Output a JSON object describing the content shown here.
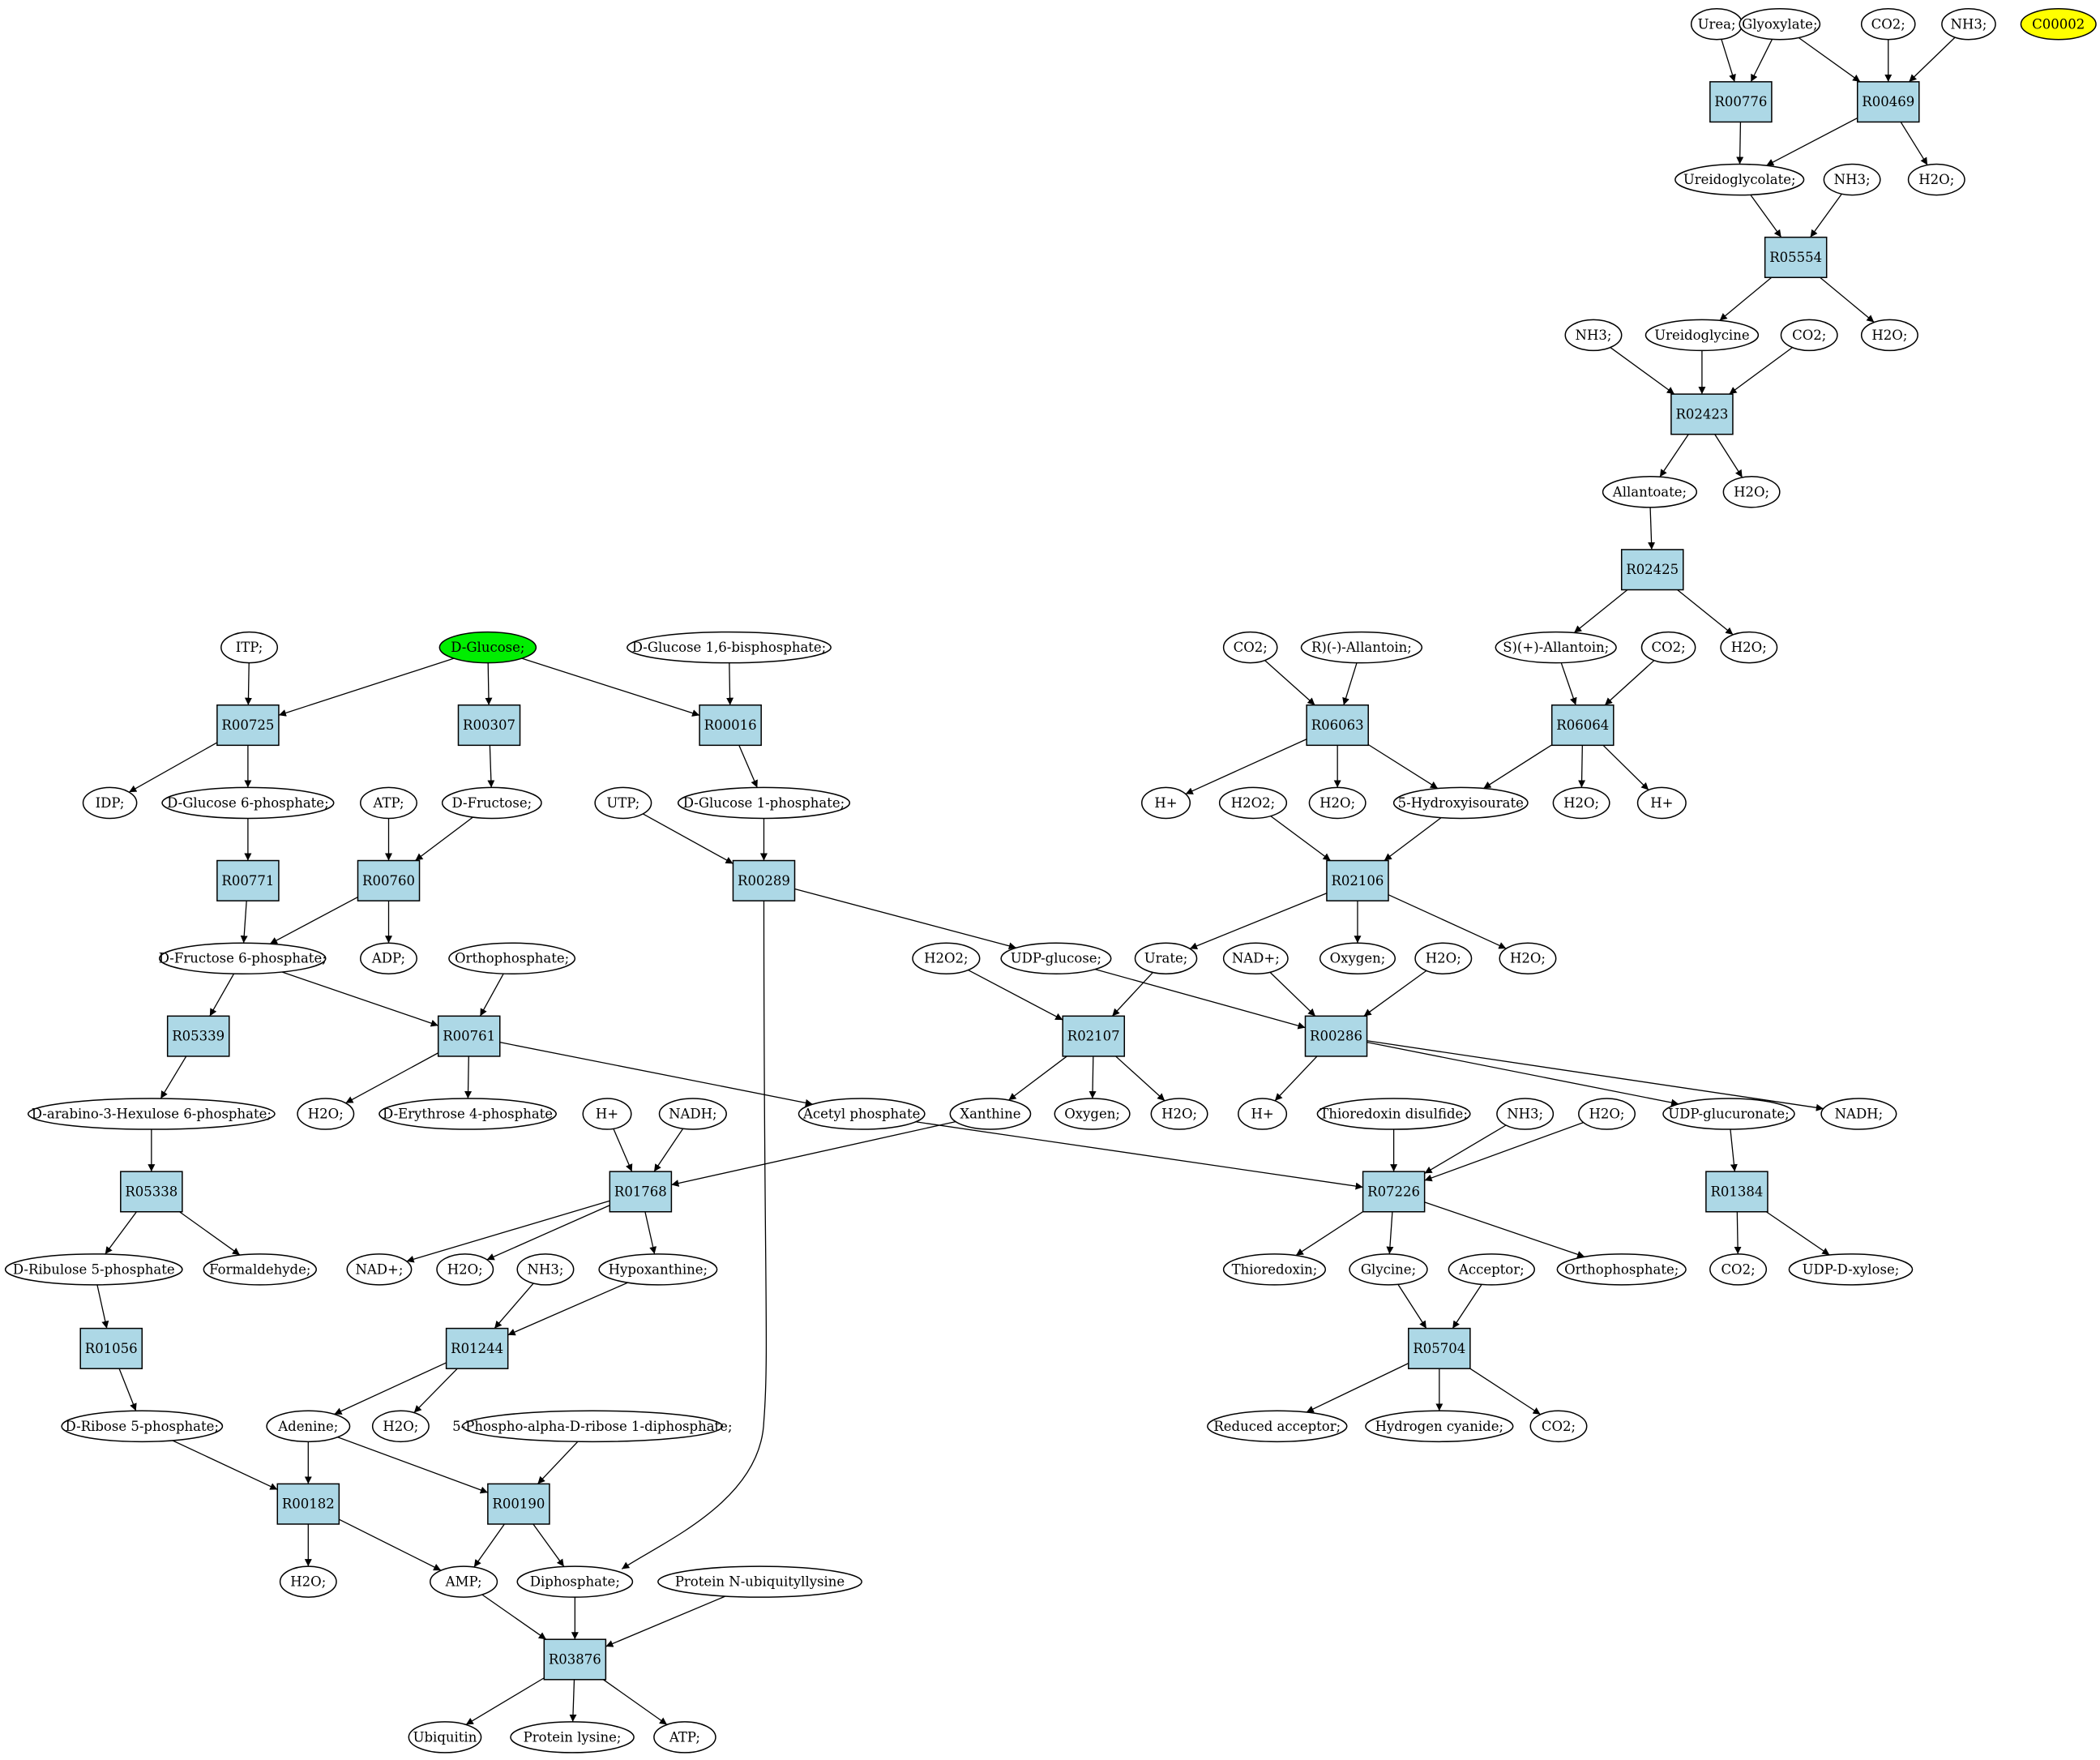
{
  "colors": {
    "reaction_fill": "#add8e6",
    "compound_fill": "#ffffff",
    "start_fill": "#00ee00",
    "target_fill": "#ffff00",
    "stroke": "#000000"
  },
  "compounds": {
    "c_urea": "Urea;",
    "c_glyoxylate": "Glyoxylate;",
    "c_co2_a": "CO2;",
    "c_nh3_a": "NH3;",
    "c_c00002": "C00002",
    "c_ureidoglycolate": "Ureidoglycolate;",
    "c_nh3_b": "NH3;",
    "c_h2o_a": "H2O;",
    "c_nh3_c": "NH3;",
    "c_ureidoglycine": "Ureidoglycine",
    "c_co2_b": "CO2;",
    "c_h2o_b": "H2O;",
    "c_allantoate": "Allantoate;",
    "c_h2o_c": "H2O;",
    "c_itp": "ITP;",
    "c_dglucose": "D-Glucose;",
    "c_dg16bp": "D-Glucose 1,6-bisphosphate;",
    "c_co2_c": "CO2;",
    "c_rallantoin": "R)(-)-Allantoin;",
    "c_sallantoin": "S)(+)-Allantoin;",
    "c_co2_d": "CO2;",
    "c_h2o_d": "H2O;",
    "c_idp": "IDP;",
    "c_dg6p": "D-Glucose 6-phosphate;",
    "c_atp_a": "ATP;",
    "c_dfructose": "D-Fructose;",
    "c_utp": "UTP;",
    "c_dg1p": "D-Glucose 1-phosphate;",
    "c_hplus_a": "H+",
    "c_h2o2_a": "H2O2;",
    "c_h2o_e": "H2O;",
    "c_5hiu": "5-Hydroxyisourate",
    "c_h2o_f": "H2O;",
    "c_hplus_b": "H+",
    "c_df6p": "D-Fructose 6-phosphate;",
    "c_adp": "ADP;",
    "c_orthophosphate_a": "Orthophosphate;",
    "c_h2o2_b": "H2O2;",
    "c_udpglucose": "UDP-glucose;",
    "c_urate": "Urate;",
    "c_nadplus_a": "NAD+;",
    "c_oxygen_a": "Oxygen;",
    "c_h2o_g": "H2O;",
    "c_h2o_h": "H2O;",
    "c_dah6p": "D-arabino-3-Hexulose 6-phosphate;",
    "c_h2o_i": "H2O;",
    "c_de4p": "D-Erythrose 4-phosphate",
    "c_hplus_c": "H+",
    "c_nadh_a": "NADH;",
    "c_acetylp": "Acetyl phosphate",
    "c_xanthine": "Xanthine",
    "c_oxygen_b": "Oxygen;",
    "c_h2o_j": "H2O;",
    "c_hplus_d": "H+",
    "c_thioredoxin_ds": "Thioredoxin disulfide;",
    "c_nh3_d": "NH3;",
    "c_h2o_k": "H2O;",
    "c_udpglucuronate": "UDP-glucuronate;",
    "c_nadh_b": "NADH;",
    "c_dr5p_ribulose": "D-Ribulose 5-phosphate",
    "c_formaldehyde": "Formaldehyde;",
    "c_nadplus_b": "NAD+;",
    "c_h2o_l": "H2O;",
    "c_nh3_e": "NH3;",
    "c_hypoxanthine": "Hypoxanthine;",
    "c_thioredoxin": "Thioredoxin;",
    "c_glycine": "Glycine;",
    "c_acceptor": "Acceptor;",
    "c_orthophosphate_b": "Orthophosphate;",
    "c_co2_e": "CO2;",
    "c_udpxylose": "UDP-D-xylose;",
    "c_dribose5p": "D-Ribose 5-phosphate;",
    "c_adenine": "Adenine;",
    "c_h2o_m": "H2O;",
    "c_prpp": "5-Phospho-alpha-D-ribose 1-diphosphate;",
    "c_reduced_acceptor": "Reduced acceptor;",
    "c_hcn": "Hydrogen cyanide;",
    "c_co2_f": "CO2;",
    "c_h2o_n": "H2O;",
    "c_amp": "AMP;",
    "c_diphosphate": "Diphosphate;",
    "c_protein_ub_lys": "Protein N-ubiquityllysine",
    "c_ubiquitin": "Ubiquitin",
    "c_protein_lysine": "Protein lysine;",
    "c_atp_b": "ATP;"
  },
  "reactions": {
    "r_R00776": "R00776",
    "r_R00469": "R00469",
    "r_R05554": "R05554",
    "r_R02423": "R02423",
    "r_R02425": "R02425",
    "r_R00725": "R00725",
    "r_R00307": "R00307",
    "r_R00016": "R00016",
    "r_R06063": "R06063",
    "r_R06064": "R06064",
    "r_R00771": "R00771",
    "r_R00760": "R00760",
    "r_R00289": "R00289",
    "r_R02106": "R02106",
    "r_R05339": "R05339",
    "r_R00761": "R00761",
    "r_R02107": "R02107",
    "r_R00286": "R00286",
    "r_R05338": "R05338",
    "r_R01768": "R01768",
    "r_R07226": "R07226",
    "r_R01384": "R01384",
    "r_R01056": "R01056",
    "r_R01244": "R01244",
    "r_R05704": "R05704",
    "r_R00182": "R00182",
    "r_R00190": "R00190",
    "r_R03876": "R03876"
  },
  "edges": [
    [
      "c_urea",
      "r_R00776"
    ],
    [
      "c_glyoxylate",
      "r_R00776"
    ],
    [
      "c_glyoxylate",
      "r_R00469"
    ],
    [
      "c_co2_a",
      "r_R00469"
    ],
    [
      "c_nh3_a",
      "r_R00469"
    ],
    [
      "r_R00776",
      "c_ureidoglycolate"
    ],
    [
      "r_R00469",
      "c_ureidoglycolate"
    ],
    [
      "r_R00469",
      "c_h2o_a"
    ],
    [
      "c_ureidoglycolate",
      "r_R05554"
    ],
    [
      "c_nh3_b",
      "r_R05554"
    ],
    [
      "r_R05554",
      "c_ureidoglycine"
    ],
    [
      "r_R05554",
      "c_h2o_b"
    ],
    [
      "c_nh3_c",
      "r_R02423"
    ],
    [
      "c_ureidoglycine",
      "r_R02423"
    ],
    [
      "c_co2_b",
      "r_R02423"
    ],
    [
      "r_R02423",
      "c_allantoate"
    ],
    [
      "r_R02423",
      "c_h2o_c"
    ],
    [
      "c_allantoate",
      "r_R02425"
    ],
    [
      "r_R02425",
      "c_sallantoin"
    ],
    [
      "r_R02425",
      "c_h2o_d"
    ],
    [
      "c_itp",
      "r_R00725"
    ],
    [
      "c_dglucose",
      "r_R00725"
    ],
    [
      "c_dglucose",
      "r_R00307"
    ],
    [
      "c_dglucose",
      "r_R00016"
    ],
    [
      "c_dg16bp",
      "r_R00016"
    ],
    [
      "c_co2_c",
      "r_R06063"
    ],
    [
      "c_rallantoin",
      "r_R06063"
    ],
    [
      "c_sallantoin",
      "r_R06064"
    ],
    [
      "c_co2_d",
      "r_R06064"
    ],
    [
      "r_R00725",
      "c_idp"
    ],
    [
      "r_R00725",
      "c_dg6p"
    ],
    [
      "r_R00307",
      "c_dfructose"
    ],
    [
      "r_R00016",
      "c_dg1p"
    ],
    [
      "r_R06063",
      "c_hplus_a"
    ],
    [
      "r_R06063",
      "c_h2o_e"
    ],
    [
      "r_R06063",
      "c_5hiu"
    ],
    [
      "r_R06064",
      "c_5hiu"
    ],
    [
      "r_R06064",
      "c_h2o_f"
    ],
    [
      "r_R06064",
      "c_hplus_b"
    ],
    [
      "c_dg6p",
      "r_R00771"
    ],
    [
      "c_atp_a",
      "r_R00760"
    ],
    [
      "c_dfructose",
      "r_R00760"
    ],
    [
      "c_utp",
      "r_R00289"
    ],
    [
      "c_dg1p",
      "r_R00289"
    ],
    [
      "c_h2o2_a",
      "r_R02106"
    ],
    [
      "c_5hiu",
      "r_R02106"
    ],
    [
      "r_R00771",
      "c_df6p"
    ],
    [
      "r_R00760",
      "c_df6p"
    ],
    [
      "r_R00760",
      "c_adp"
    ],
    [
      "r_R00289",
      "c_udpglucose"
    ],
    [
      "r_R00289",
      "c_diphosphate"
    ],
    [
      "r_R02106",
      "c_urate"
    ],
    [
      "r_R02106",
      "c_oxygen_a"
    ],
    [
      "r_R02106",
      "c_h2o_h"
    ],
    [
      "c_df6p",
      "r_R05339"
    ],
    [
      "c_df6p",
      "r_R00761"
    ],
    [
      "c_orthophosphate_a",
      "r_R00761"
    ],
    [
      "c_h2o2_b",
      "r_R02107"
    ],
    [
      "c_urate",
      "r_R02107"
    ],
    [
      "c_udpglucose",
      "r_R00286"
    ],
    [
      "c_nadplus_a",
      "r_R00286"
    ],
    [
      "c_h2o_g",
      "r_R00286"
    ],
    [
      "r_R05339",
      "c_dah6p"
    ],
    [
      "r_R00761",
      "c_h2o_i"
    ],
    [
      "r_R00761",
      "c_de4p"
    ],
    [
      "r_R00761",
      "c_acetylp"
    ],
    [
      "r_R02107",
      "c_xanthine"
    ],
    [
      "r_R02107",
      "c_oxygen_b"
    ],
    [
      "r_R02107",
      "c_h2o_j"
    ],
    [
      "r_R00286",
      "c_hplus_d"
    ],
    [
      "r_R00286",
      "c_udpglucuronate"
    ],
    [
      "r_R00286",
      "c_nadh_b"
    ],
    [
      "c_dah6p",
      "r_R05338"
    ],
    [
      "c_hplus_c",
      "r_R01768"
    ],
    [
      "c_nadh_a",
      "r_R01768"
    ],
    [
      "c_xanthine",
      "r_R01768"
    ],
    [
      "c_acetylp",
      "r_R07226"
    ],
    [
      "c_thioredoxin_ds",
      "r_R07226"
    ],
    [
      "c_nh3_d",
      "r_R07226"
    ],
    [
      "c_h2o_k",
      "r_R07226"
    ],
    [
      "c_udpglucuronate",
      "r_R01384"
    ],
    [
      "r_R05338",
      "c_dr5p_ribulose"
    ],
    [
      "r_R05338",
      "c_formaldehyde"
    ],
    [
      "r_R01768",
      "c_nadplus_b"
    ],
    [
      "r_R01768",
      "c_h2o_l"
    ],
    [
      "r_R01768",
      "c_hypoxanthine"
    ],
    [
      "r_R07226",
      "c_thioredoxin"
    ],
    [
      "r_R07226",
      "c_glycine"
    ],
    [
      "r_R07226",
      "c_orthophosphate_b"
    ],
    [
      "r_R01384",
      "c_co2_e"
    ],
    [
      "r_R01384",
      "c_udpxylose"
    ],
    [
      "c_dr5p_ribulose",
      "r_R01056"
    ],
    [
      "c_nh3_e",
      "r_R01244"
    ],
    [
      "c_hypoxanthine",
      "r_R01244"
    ],
    [
      "c_glycine",
      "r_R05704"
    ],
    [
      "c_acceptor",
      "r_R05704"
    ],
    [
      "r_R01056",
      "c_dribose5p"
    ],
    [
      "r_R01244",
      "c_adenine"
    ],
    [
      "r_R01244",
      "c_h2o_m"
    ],
    [
      "r_R05704",
      "c_reduced_acceptor"
    ],
    [
      "r_R05704",
      "c_hcn"
    ],
    [
      "r_R05704",
      "c_co2_f"
    ],
    [
      "c_dribose5p",
      "r_R00182"
    ],
    [
      "c_adenine",
      "r_R00182"
    ],
    [
      "c_adenine",
      "r_R00190"
    ],
    [
      "c_prpp",
      "r_R00190"
    ],
    [
      "r_R00182",
      "c_h2o_n"
    ],
    [
      "r_R00182",
      "c_amp"
    ],
    [
      "r_R00190",
      "c_amp"
    ],
    [
      "r_R00190",
      "c_diphosphate"
    ],
    [
      "c_amp",
      "r_R03876"
    ],
    [
      "c_diphosphate",
      "r_R03876"
    ],
    [
      "c_protein_ub_lys",
      "r_R03876"
    ],
    [
      "r_R03876",
      "c_ubiquitin"
    ],
    [
      "r_R03876",
      "c_protein_lysine"
    ],
    [
      "r_R03876",
      "c_atp_b"
    ]
  ]
}
